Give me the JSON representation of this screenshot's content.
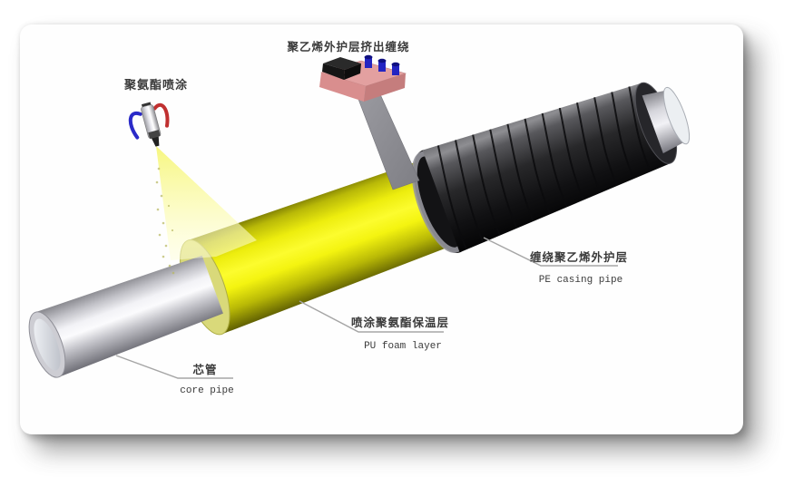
{
  "labels": {
    "extrusion_process": "聚乙烯外护层挤出缠绕",
    "spray_process": "聚氨酯喷涂"
  },
  "callouts": {
    "pe_casing": {
      "zh": "缠绕聚乙烯外护层",
      "en": "PE casing pipe"
    },
    "pu_foam": {
      "zh": "喷涂聚氨酯保温层",
      "en": "PU foam layer"
    },
    "core_pipe": {
      "zh": "芯管",
      "en": "core pipe"
    }
  },
  "colors": {
    "pu_foam_yellow": "#f2f20e",
    "pe_casing_black": "#1a1a1c",
    "core_pipe_silver": "#cfcfd5",
    "extruder_pink": "#e3a0a0",
    "roller_blue": "#2424c2",
    "hose_blue": "#2a2ac8",
    "hose_red": "#c03030",
    "spray_yellow": "#fafa8c",
    "leader_gray": "#a5a5a5",
    "text": "#3b3b3b"
  }
}
